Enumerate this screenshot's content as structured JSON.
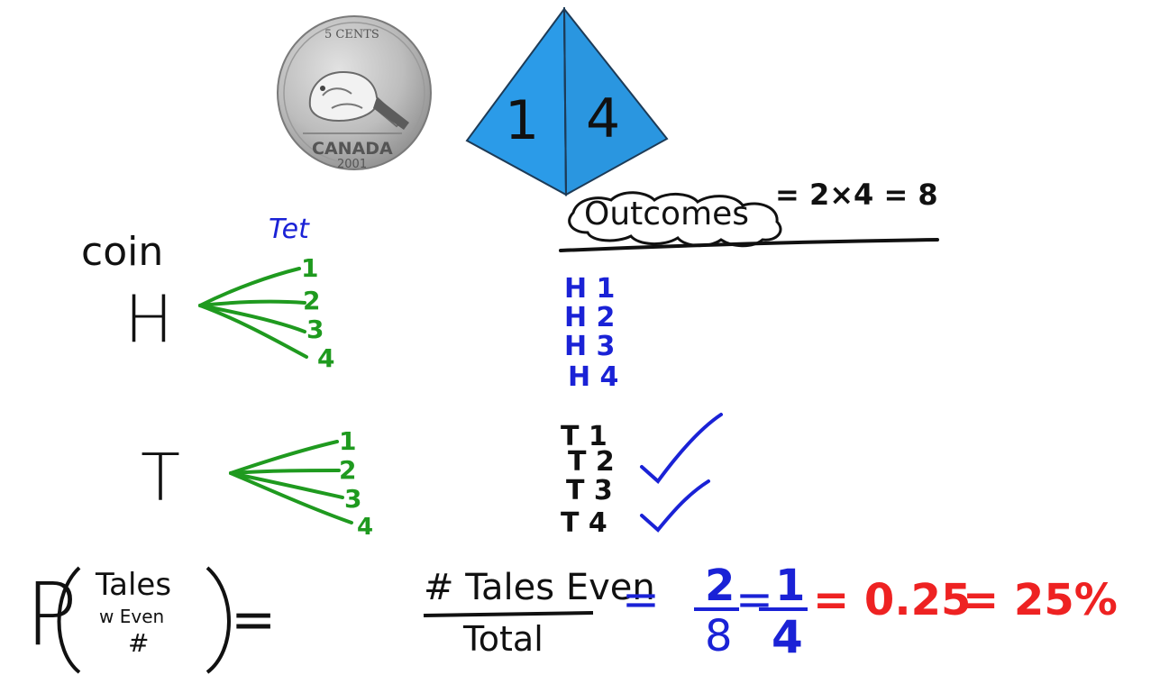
{
  "coin": {
    "top_text": "5 CENTS",
    "country": "CANADA",
    "year": "2001"
  },
  "tetrahedron": {
    "left_face": "1",
    "right_face": "4"
  },
  "tree": {
    "coin_label": "coin",
    "tet_label": "Tet",
    "heads": "H",
    "tails": "T",
    "branch_labels_h": [
      "1",
      "2",
      "3",
      "4"
    ],
    "branch_labels_t": [
      "1",
      "2",
      "3",
      "4"
    ]
  },
  "outcomes": {
    "heading": "Outcomes",
    "equation": "= 2×4 = 8",
    "heads_list": [
      "H 1",
      "H 2",
      "H 3",
      "H 4"
    ],
    "tails_list": [
      "T 1",
      "T 2",
      "T 3",
      "T 4"
    ],
    "checked": [
      "T 2",
      "T 4"
    ]
  },
  "probability": {
    "p": "P",
    "event_top": "Tales",
    "event_mid": "w Even",
    "event_bottom": "#",
    "equals1": "=",
    "numerator": "# Tales Even",
    "denominator": "Total",
    "equals2": "=",
    "frac1_num": "2",
    "frac1_den": "8",
    "equals3": "=",
    "frac2_num": "1",
    "frac2_den": "4",
    "decimal": "= 0.25",
    "percent": "= 25%"
  },
  "colors": {
    "ink_black": "#111111",
    "ink_blue": "#1a22d6",
    "ink_green": "#1f9a1f",
    "ink_red": "#ee2222",
    "tetra_blue": "#2b9be8"
  }
}
